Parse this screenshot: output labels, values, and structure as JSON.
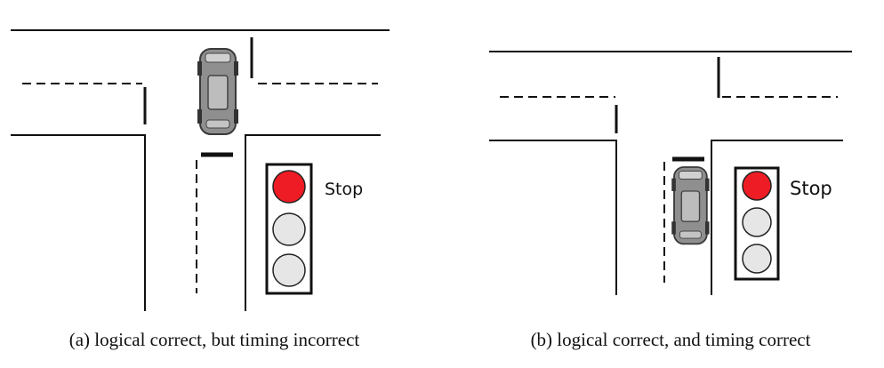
{
  "panels": [
    {
      "id": "a",
      "caption": "(a) logical correct, but timing incorrect",
      "signal_label": "Stop",
      "signal_state": "red",
      "car_position": "past stop line, inside intersection"
    },
    {
      "id": "b",
      "caption": "(b) logical correct, and timing correct",
      "signal_label": "Stop",
      "signal_state": "red",
      "car_position": "stopped before stop line"
    }
  ],
  "colors": {
    "red_light": "#ee1c24",
    "off_light": "#e6e6e6",
    "car_body": "#8c8c8c",
    "road_line": "#111111"
  }
}
